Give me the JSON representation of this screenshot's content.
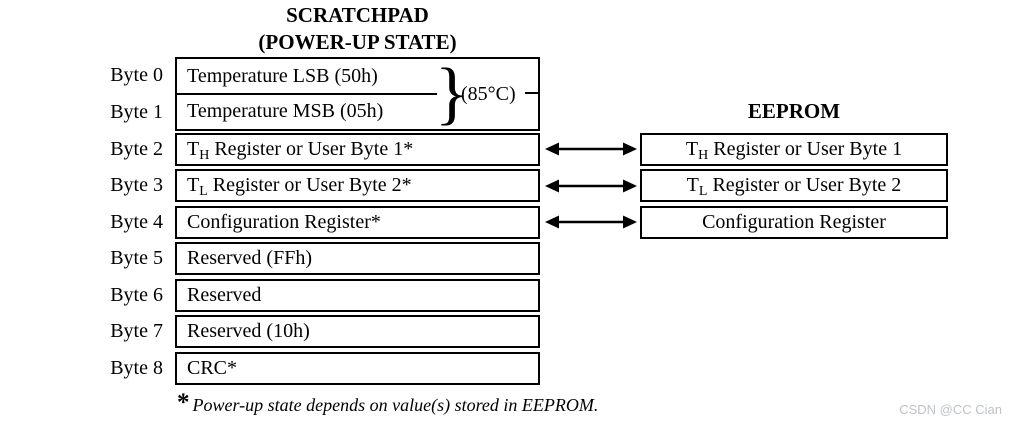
{
  "colors": {
    "background": "#ffffff",
    "line": "#000000",
    "text": "#000000",
    "watermark": "#bfc3c7"
  },
  "scratchpad": {
    "title1": "SCRATCHPAD",
    "title2": "(POWER-UP STATE)",
    "brace": "}",
    "temp_note": "(85°C)",
    "rows": [
      {
        "byte": "Byte 0",
        "pre": "Temperature LSB (50h)",
        "sub": "",
        "post": ""
      },
      {
        "byte": "Byte 1",
        "pre": "Temperature MSB (05h)",
        "sub": "",
        "post": ""
      },
      {
        "byte": "Byte 2",
        "pre": "T",
        "sub": "H",
        "post": " Register or User Byte 1*"
      },
      {
        "byte": "Byte 3",
        "pre": "T",
        "sub": "L",
        "post": " Register or User Byte 2*"
      },
      {
        "byte": "Byte 4",
        "pre": "Configuration Register*",
        "sub": "",
        "post": ""
      },
      {
        "byte": "Byte 5",
        "pre": "Reserved (FFh)",
        "sub": "",
        "post": ""
      },
      {
        "byte": "Byte 6",
        "pre": "Reserved",
        "sub": "",
        "post": ""
      },
      {
        "byte": "Byte 7",
        "pre": "Reserved (10h)",
        "sub": "",
        "post": ""
      },
      {
        "byte": "Byte 8",
        "pre": "CRC*",
        "sub": "",
        "post": ""
      }
    ]
  },
  "eeprom": {
    "title": "EEPROM",
    "rows": [
      {
        "pre": "T",
        "sub": "H",
        "post": " Register or User Byte 1"
      },
      {
        "pre": "T",
        "sub": "L",
        "post": " Register or User Byte 2"
      },
      {
        "pre": "Configuration Register",
        "sub": "",
        "post": ""
      }
    ]
  },
  "footnote": {
    "marker": "*",
    "text": "Power-up state depends on value(s) stored in EEPROM."
  },
  "watermark": "CSDN @CC Cian"
}
